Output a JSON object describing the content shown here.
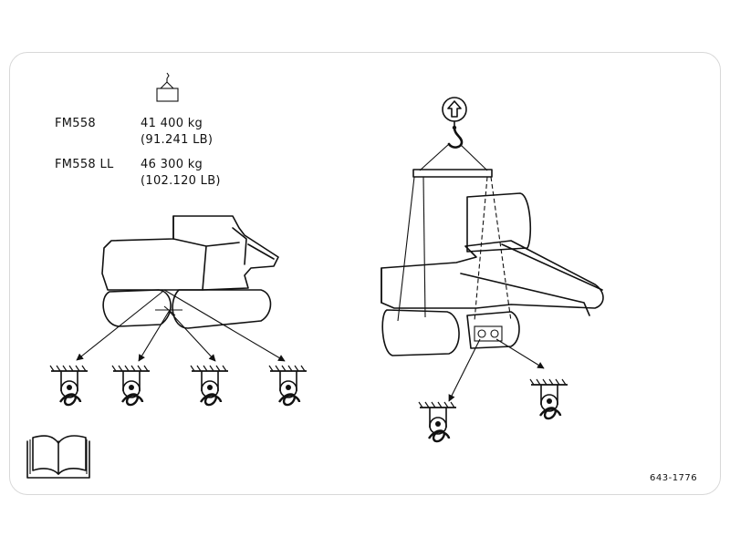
{
  "specs": [
    {
      "model": "FM558",
      "weight_kg": "41 400 kg",
      "weight_lb": "(91.241 LB)"
    },
    {
      "model": "FM558 LL",
      "weight_kg": "46 300 kg",
      "weight_lb": "(102.120 LB)"
    }
  ],
  "part_number": "643-1776",
  "icons": {
    "weight": "suspended-weight-icon",
    "lift": "lift-up-arrow-icon",
    "manual": "open-book-icon",
    "anchor": "tie-down-anchor-icon"
  }
}
